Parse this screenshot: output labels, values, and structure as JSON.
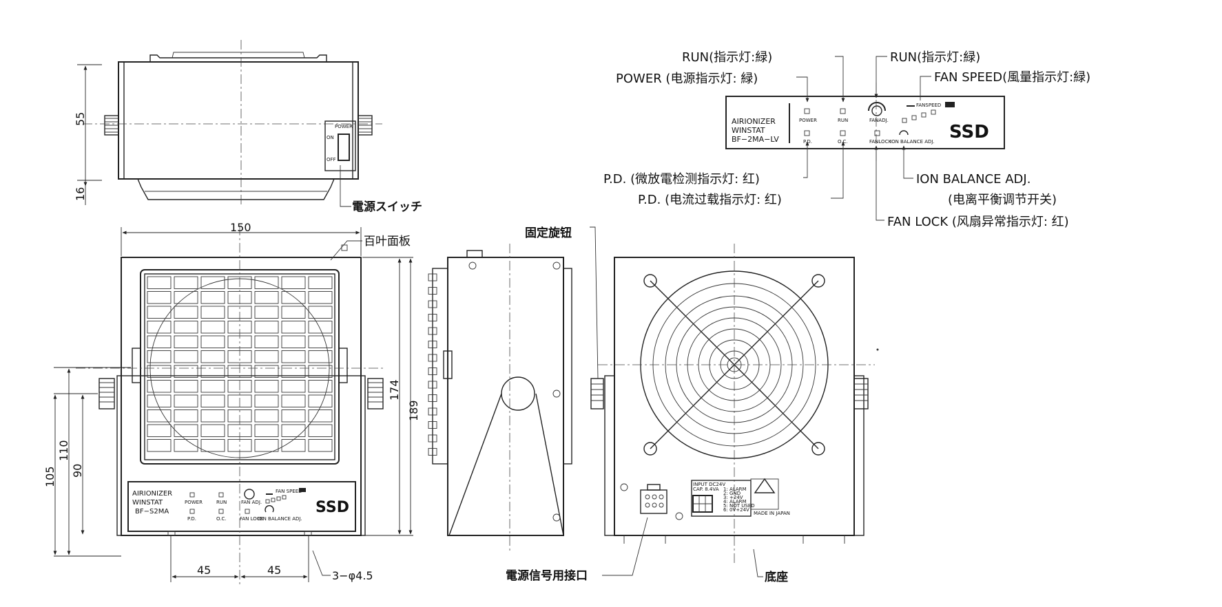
{
  "top_view": {
    "switch_power": "POWER",
    "switch_on": "ON",
    "switch_off": "OFF",
    "dim_55": "55",
    "dim_16": "16",
    "switch_callout": "電源スイッチ"
  },
  "front_view": {
    "dim_150": "150",
    "louver_callout": "百叶面板",
    "dim_174": "174",
    "dim_189": "189",
    "dim_110": "110",
    "dim_105": "105",
    "dim_90": "90",
    "dim_45_left": "45",
    "dim_45_right": "45",
    "hole_callout": "3−φ4.5",
    "panel": {
      "model_line1": "AIRIONIZER",
      "model_line2": "WINSTAT",
      "model_line3": "BF−S2MA",
      "power": "POWER",
      "run": "RUN",
      "fan_adj": "FAN ADJ.",
      "fan_speed": "FAN SPEED",
      "pd": "P.D.",
      "oc": "O.C.",
      "fan_lock": "FAN LOCK",
      "ion_balance": "ION BALANCE ADJ.",
      "logo": "SSD"
    }
  },
  "side_view": {
    "knob_callout": "固定旋钮"
  },
  "back_view": {
    "label_lines": [
      "INPUT  DC24V",
      "CAP.   8.4VA",
      "1: ALARM",
      "2: GND",
      "3: +24V",
      "4: ALARM",
      "5: NOT USED",
      "6: 0V+24V"
    ],
    "made_in": "MADE IN JAPAN",
    "connector_callout": "電源信号用接口",
    "base_callout": "底座"
  },
  "panel_detail": {
    "model_line1": "AIRIONIZER",
    "model_line2": "WINSTAT",
    "model_line3": "BF−2MA−LV",
    "power": "POWER",
    "run": "RUN",
    "fan_adj": "FANADJ.",
    "fan_speed": "FANSPEED",
    "pd": "P.D.",
    "oc": "O.C.",
    "fan_lock": "FANLOCK",
    "ion_balance": "ION BALANCE ADJ.",
    "logo": "SSD"
  },
  "callouts": {
    "run_left": "RUN(指示灯:緑)",
    "power": "POWER (电源指示灯: 緑)",
    "run_right": "RUN(指示灯:緑)",
    "fan_speed": "FAN SPEED(風量指示灯:緑)",
    "pd1": "P.D. (微放電检测指示灯: 红)",
    "pd2": "P.D. (电流过载指示灯: 红)",
    "ion_balance_1": "ION BALANCE ADJ.",
    "ion_balance_2": "(电离平衡调节开关)",
    "fan_lock": "FAN LOCK (风扇异常指示灯: 红)"
  }
}
